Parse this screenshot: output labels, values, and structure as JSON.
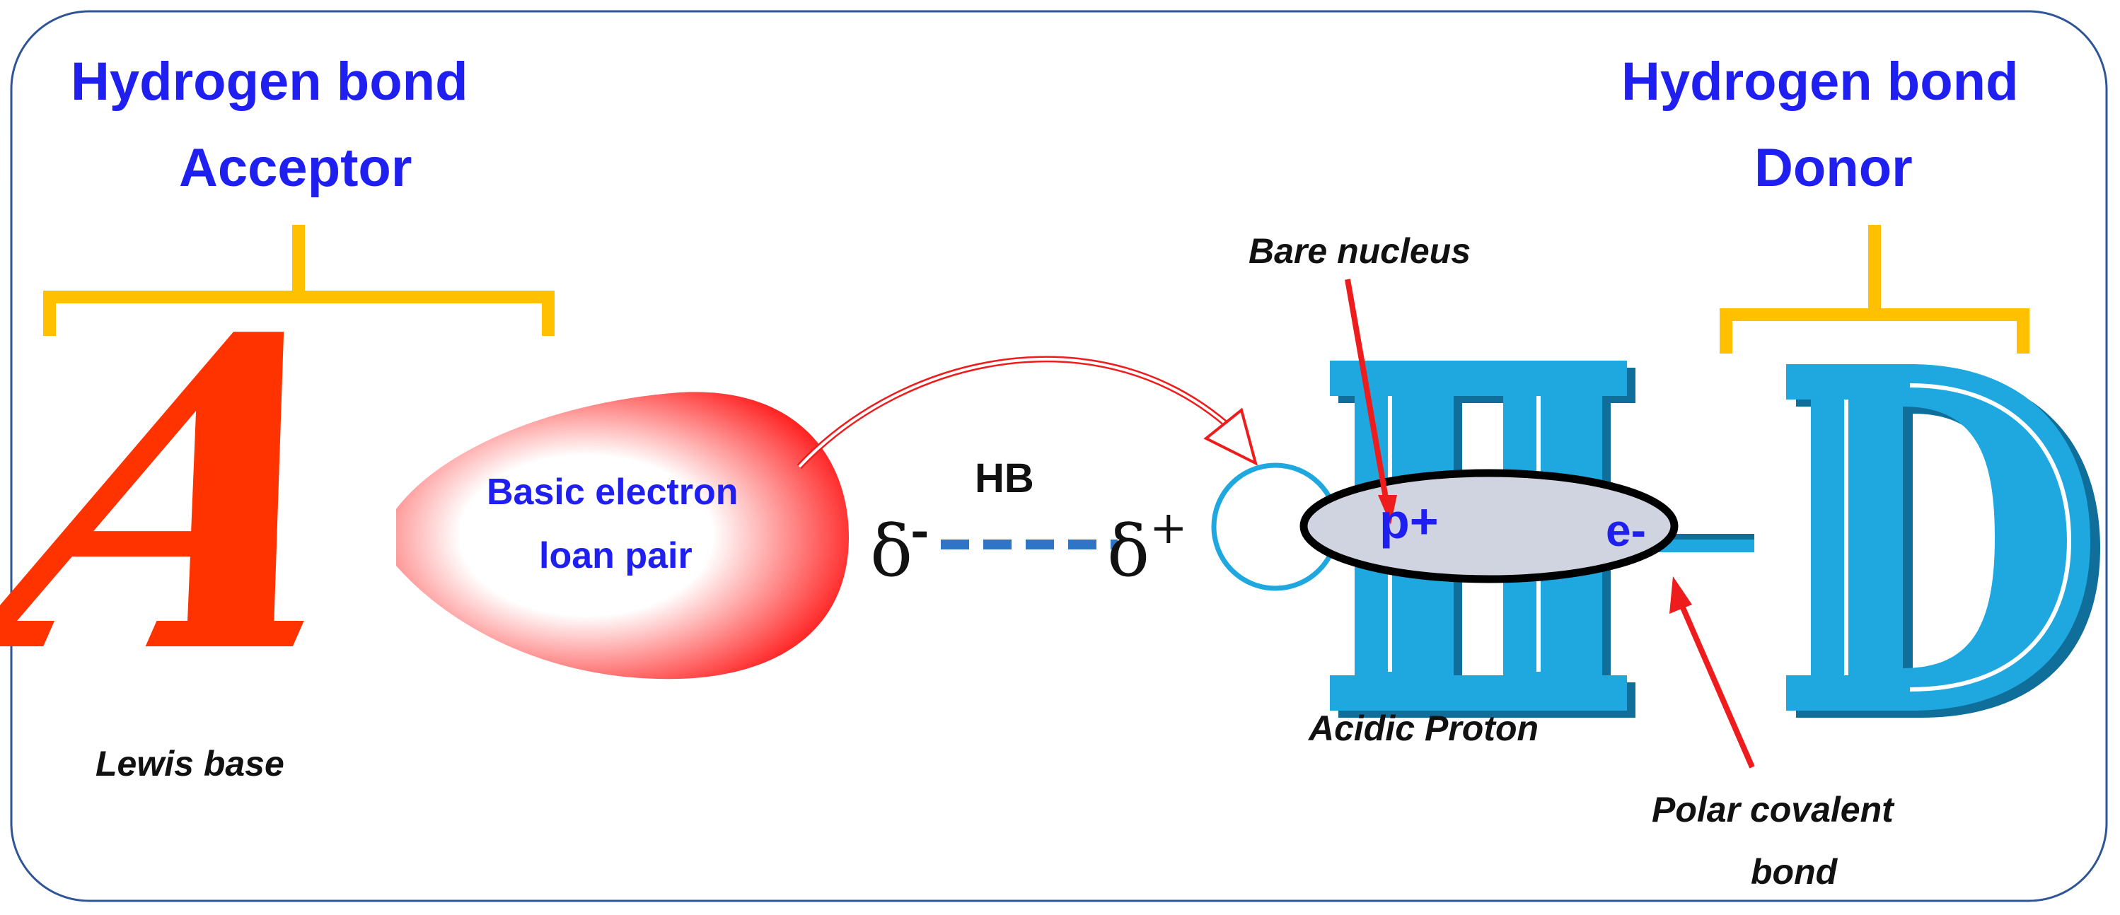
{
  "acceptor_heading": {
    "line1": "Hydrogen bond",
    "line2": "Acceptor"
  },
  "donor_heading": {
    "line1": "Hydrogen bond",
    "line2": "Donor"
  },
  "acceptor_letter": "A",
  "hydrogen_letter": "H",
  "donor_letter": "D",
  "lone_pair_label": {
    "line1": "Basic electron",
    "line2": "loan pair"
  },
  "hb_label": "HB",
  "delta_minus": {
    "symbol": "δ",
    "sign": "-"
  },
  "delta_plus": {
    "symbol": "δ",
    "sign": "+"
  },
  "proton_label": "p+",
  "electron_label": "e-",
  "annotations": {
    "lewis_base": "Lewis base",
    "bare_nucleus": "Bare nucleus",
    "acidic_proton": "Acidic Proton",
    "polar_covalent_bond": {
      "line1": "Polar covalent",
      "line2": "bond"
    }
  },
  "colors": {
    "frame": "#2f5597",
    "bracket": "#ffc000",
    "acceptor": "#ff3300",
    "lone_pair": "#ff1a1a",
    "letters": "#1fa7df",
    "heading_text": "#1f1ff0",
    "arrow": "#ee1c1c",
    "dashed_bond": "#2e75c6",
    "proton_oval_fill": "#d0d4e0"
  }
}
